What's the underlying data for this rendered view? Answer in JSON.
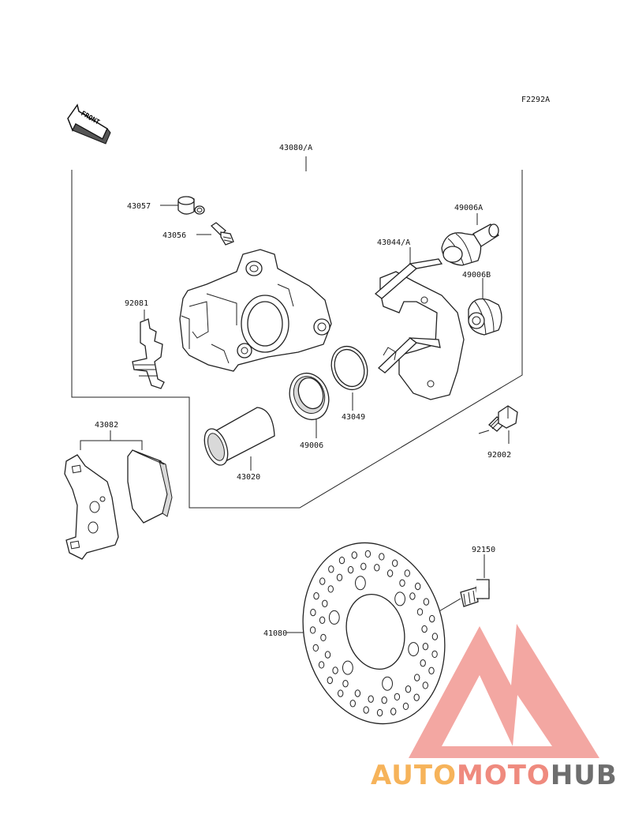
{
  "figure_code": "F2292A",
  "front_label": "FRONT",
  "parts": {
    "p43080": "43080/A",
    "p43057": "43057",
    "p43056": "43056",
    "p92081": "92081",
    "p43044": "43044/A",
    "p49006A": "49006A",
    "p49006B": "49006B",
    "p43082": "43082",
    "p49006": "49006",
    "p43049": "43049",
    "p43020": "43020",
    "p92002": "92002",
    "p92150": "92150",
    "p41080": "41080"
  },
  "watermark": {
    "part1": "AUTO",
    "part2": "MOTO",
    "part3": "HUB",
    "colors": {
      "triangle": "#ef7f78",
      "auto": "#f6b35a",
      "moto": "#ef8a7e",
      "hub": "#6e6e6e"
    }
  }
}
